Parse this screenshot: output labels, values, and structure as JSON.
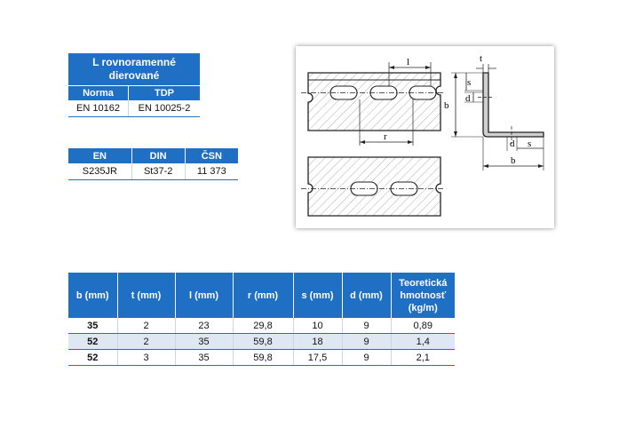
{
  "product_table": {
    "title": "L rovnoramenné dierované",
    "headers": [
      "Norma",
      "TDP"
    ],
    "row": [
      "EN 10162",
      "EN 10025-2"
    ]
  },
  "material_table": {
    "headers": [
      "EN",
      "DIN",
      "ČSN"
    ],
    "row": [
      "S235JR",
      "St37-2",
      "11 373"
    ]
  },
  "drawing": {
    "labels": {
      "l": "l",
      "r": "r",
      "t": "t",
      "s": "s",
      "d": "d",
      "b": "b"
    }
  },
  "dimensions_table": {
    "headers": [
      "b (mm)",
      "t (mm)",
      "l (mm)",
      "r (mm)",
      "s (mm)",
      "d (mm)",
      "Teoretická hmotnosť (kg/m)"
    ],
    "rows": [
      [
        "35",
        "2",
        "23",
        "29,8",
        "10",
        "9",
        "0,89"
      ],
      [
        "52",
        "2",
        "35",
        "59,8",
        "18",
        "9",
        "1,4"
      ],
      [
        "52",
        "3",
        "35",
        "59,8",
        "17,5",
        "9",
        "2,1"
      ]
    ]
  },
  "colors": {
    "header_blue": "#1f6fc5",
    "row_alt": "#dfe7f3"
  }
}
